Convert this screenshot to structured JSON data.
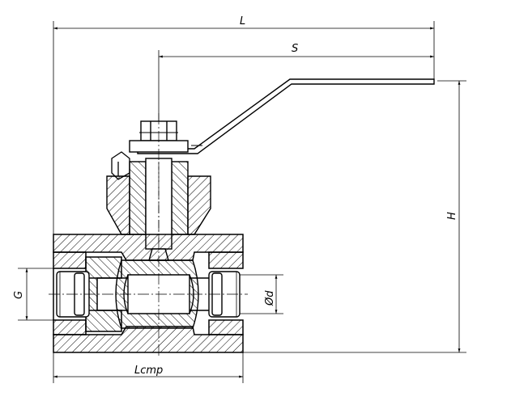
{
  "dimensions": {
    "overall_length": "L",
    "handle_reach": "S",
    "height": "H",
    "body_length": "Lcmp",
    "thread": "G",
    "bore": "Ød"
  },
  "colors": {
    "line": "#000000",
    "hatch": "#000000",
    "background": "#ffffff"
  }
}
